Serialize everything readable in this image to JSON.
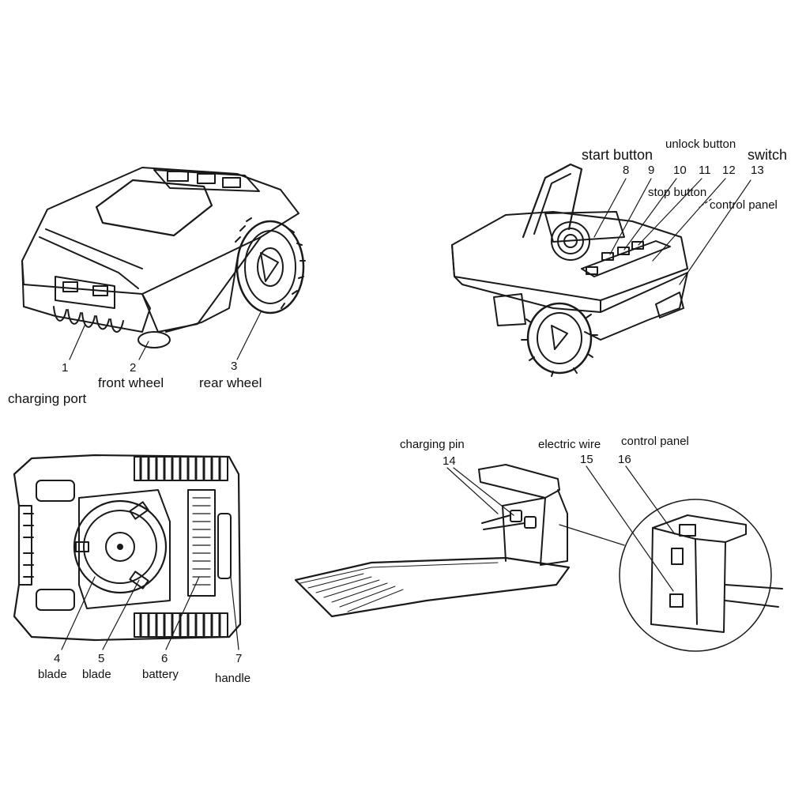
{
  "callouts": [
    {
      "id": "1",
      "name": "charging port"
    },
    {
      "id": "2",
      "name": "front wheel"
    },
    {
      "id": "3",
      "name": "rear wheel"
    },
    {
      "id": "8",
      "name": "start button"
    },
    {
      "id": "9",
      "name": ""
    },
    {
      "id": "10",
      "name": "unlock button"
    },
    {
      "id": "11",
      "name": "stop button"
    },
    {
      "id": "12",
      "name": ""
    },
    {
      "id": "13",
      "name": "switch"
    },
    {
      "id": "",
      "name": "control panel"
    },
    {
      "id": "4",
      "name": "blade"
    },
    {
      "id": "5",
      "name": "blade"
    },
    {
      "id": "6",
      "name": "battery"
    },
    {
      "id": "7",
      "name": "handle"
    },
    {
      "id": "14",
      "name": "charging pin"
    },
    {
      "id": "15",
      "name": "electric wire"
    },
    {
      "id": "16",
      "name": "control panel"
    }
  ],
  "numbers_13_display": "13"
}
